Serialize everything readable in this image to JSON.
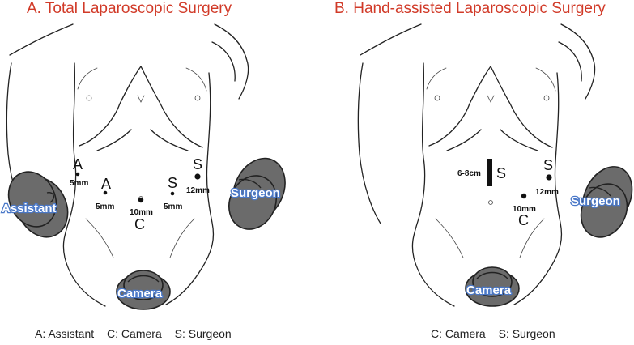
{
  "panels": {
    "a": {
      "title": "A. Total Laparoscopic Surgery",
      "roles": {
        "assistant": "Assistant",
        "surgeon": "Surgeon",
        "camera": "Camera"
      },
      "ports": [
        {
          "letter": "A",
          "size": "5mm"
        },
        {
          "letter": "A",
          "size": "5mm"
        },
        {
          "letter": "C",
          "size": "10mm"
        },
        {
          "letter": "S",
          "size": "5mm"
        },
        {
          "letter": "S",
          "size": "12mm"
        }
      ],
      "legend": [
        "A: Assistant",
        "C: Camera",
        "S: Surgeon"
      ]
    },
    "b": {
      "title": "B. Hand-assisted Laparoscopic Surgery",
      "roles": {
        "surgeon": "Surgeon",
        "camera": "Camera"
      },
      "incision": {
        "letter": "S",
        "size": "6-8cm"
      },
      "ports": [
        {
          "letter": "S",
          "size": "12mm"
        },
        {
          "letter": "C",
          "size": "10mm"
        }
      ],
      "legend": [
        "C: Camera",
        "S: Surgeon"
      ]
    }
  }
}
